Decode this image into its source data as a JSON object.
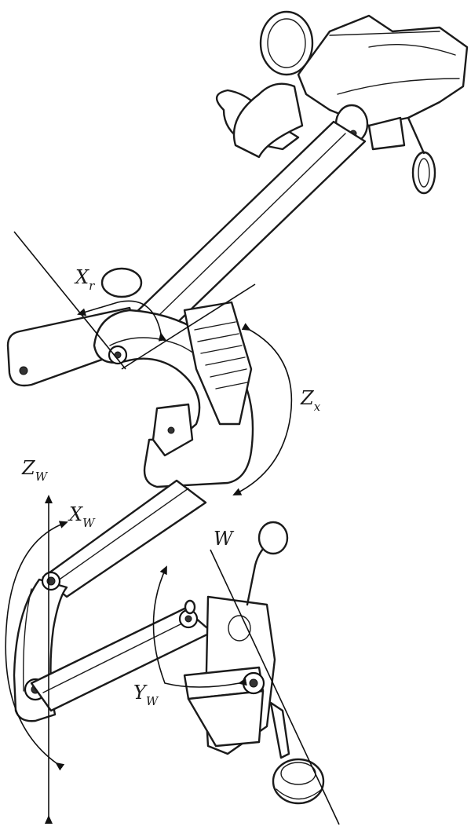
{
  "labels": {
    "xr": {
      "main": "X",
      "sub": "r"
    },
    "zx": {
      "main": "Z",
      "sub": "x"
    },
    "zw": {
      "main": "Z",
      "sub": "W"
    },
    "xw": {
      "main": "X",
      "sub": "W"
    },
    "w": {
      "main": "W",
      "sub": ""
    },
    "yw": {
      "main": "Y",
      "sub": "W"
    }
  }
}
